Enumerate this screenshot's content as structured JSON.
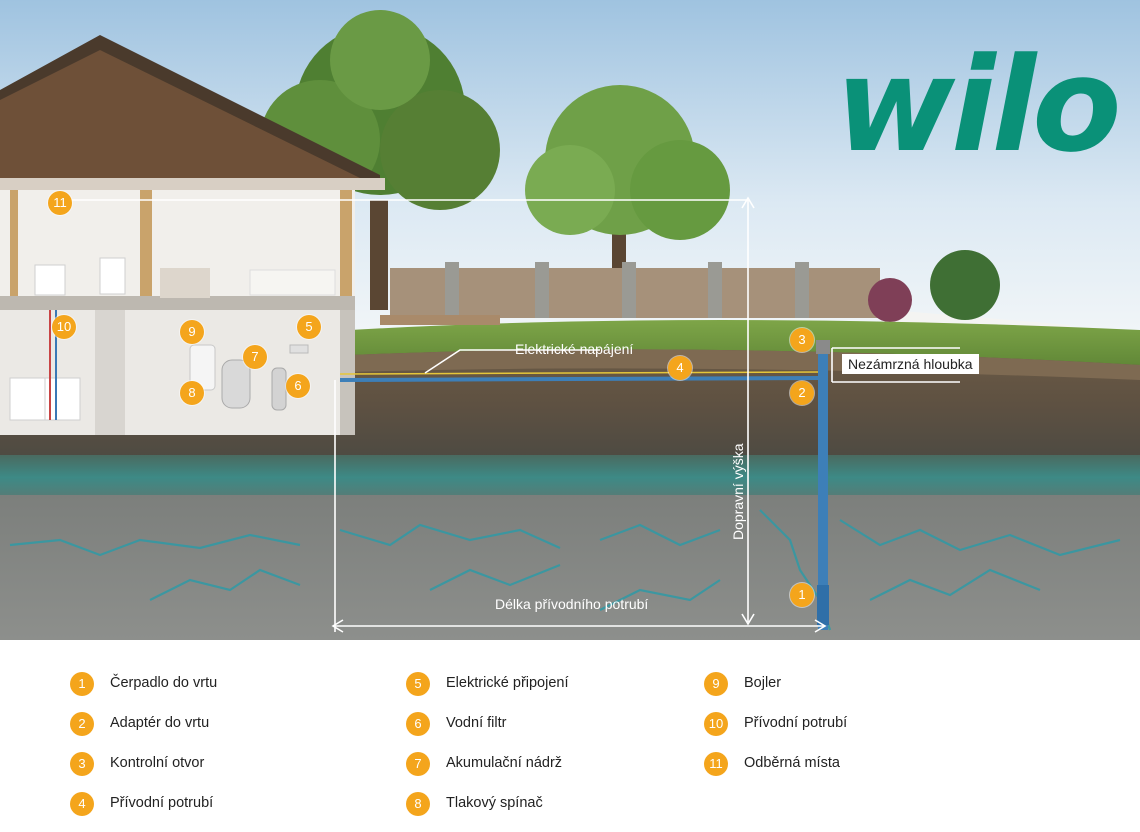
{
  "brand": {
    "logo_text": "wilo",
    "color": "#0a9178"
  },
  "badge_color": "#f4a51c",
  "diagram_labels": {
    "electric_supply": "Elektrické napájení",
    "frost_depth": "Nezámrzná hloubka",
    "delivery_height": "Dopravní výška",
    "supply_pipe_length": "Délka přívodního potrubí"
  },
  "badges": {
    "b1": "1",
    "b2": "2",
    "b3": "3",
    "b4": "4",
    "b5": "5",
    "b6": "6",
    "b7": "7",
    "b8": "8",
    "b9": "9",
    "b10": "10",
    "b11": "11"
  },
  "legend": [
    {
      "num": "1",
      "label": "Čerpadlo do vrtu"
    },
    {
      "num": "2",
      "label": "Adaptér do vrtu"
    },
    {
      "num": "3",
      "label": "Kontrolní otvor"
    },
    {
      "num": "4",
      "label": "Přívodní potrubí"
    },
    {
      "num": "5",
      "label": "Elektrické připojení"
    },
    {
      "num": "6",
      "label": "Vodní filtr"
    },
    {
      "num": "7",
      "label": "Akumulační nádrž"
    },
    {
      "num": "8",
      "label": "Tlakový spínač"
    },
    {
      "num": "9",
      "label": "Bojler"
    },
    {
      "num": "10",
      "label": "Přívodní potrubí"
    },
    {
      "num": "11",
      "label": "Odběrná místa"
    }
  ]
}
